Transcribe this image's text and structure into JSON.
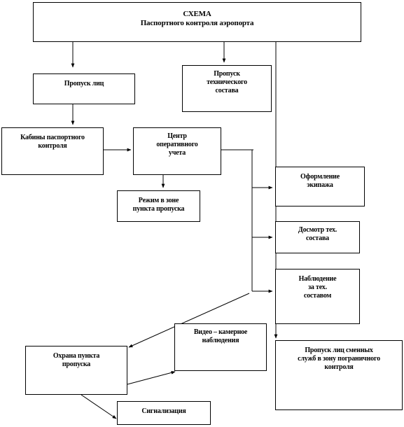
{
  "diagram": {
    "title": "СХЕМА\nПаспортного контроля аэропорта",
    "nodes": {
      "passage_persons": "Пропуск лиц",
      "passage_tech_staff": "Пропуск\nтехнического\nсостава",
      "passport_booths": "Кабины паспортного\nконтроля",
      "operational_center": "Центр\nоперативного\nучета",
      "checkpoint_zone_regime": "Режим в зоне\nпункта пропуска",
      "crew_processing": "Оформление\nэкипажа",
      "tech_staff_inspection": "Досмотр тех.\nсостава",
      "tech_staff_observation": "Наблюдение\nза  тех.\nсоставом",
      "video_surveillance": "Видео – камерное\nнаблюдения",
      "checkpoint_guard": "Охрана пункта\nпропуска",
      "alarm": "Сигнализация",
      "shift_services_passage": "Пропуск лиц   сменных\nслужб в зону пограничного\nконтроля"
    }
  }
}
